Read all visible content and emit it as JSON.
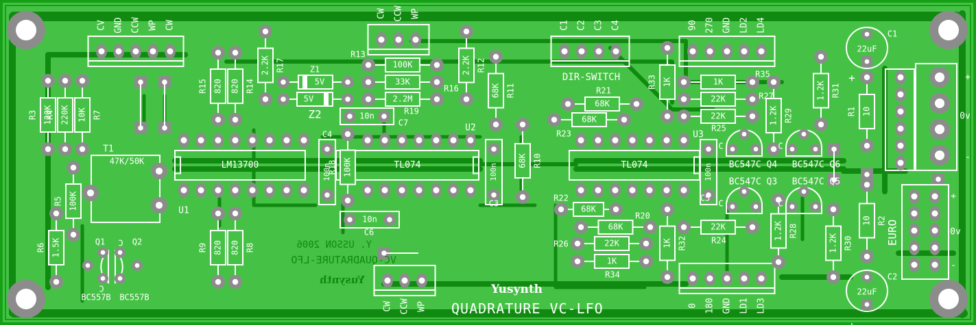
{
  "board": {
    "title": "QUADRATURE VC-LFO",
    "brand": "Yusynth",
    "mirrored_text": [
      "Y. USSON 2006",
      "VC-QUADRATURE-LFO",
      "Yusynth"
    ],
    "colors": {
      "board": "#45c245",
      "copper": "#108a10",
      "edge": "#16a016",
      "pad": "#8c8c8c",
      "silk": "#ffffff"
    }
  },
  "connectors": {
    "cv_header": {
      "labels": [
        "CV",
        "GND",
        "CCW",
        "WP",
        "CW"
      ]
    },
    "pot_header": {
      "labels": [
        "CW",
        "CCW",
        "WP"
      ]
    },
    "pot_header_bottom": {
      "labels": [
        "CW",
        "CCW",
        "WP"
      ]
    },
    "dir_switch": {
      "name": "DIR-SWITCH",
      "labels": [
        "C1",
        "C2",
        "C3",
        "C4"
      ]
    },
    "out_top": {
      "labels": [
        "90",
        "270",
        "GND",
        "LD2",
        "LD4"
      ]
    },
    "out_bottom": {
      "labels": [
        "0",
        "180",
        "GND",
        "LD1",
        "LD3"
      ]
    },
    "power": {
      "name": "EURO",
      "labels": [
        "+",
        "0v",
        "-"
      ]
    },
    "power_mta": {
      "labels": [
        "+",
        "0v",
        "-"
      ]
    }
  },
  "ics": [
    {
      "ref": "U1",
      "value": "LM13700"
    },
    {
      "ref": "U2",
      "value": "TL074"
    },
    {
      "ref": "U3",
      "value": "TL074"
    }
  ],
  "resistors": [
    {
      "ref": "R1",
      "value": "10"
    },
    {
      "ref": "R2",
      "value": "10"
    },
    {
      "ref": "R3",
      "value": "120K"
    },
    {
      "ref": "R4",
      "value": "220K"
    },
    {
      "ref": "R5",
      "value": "100K"
    },
    {
      "ref": "R6",
      "value": "1.5K"
    },
    {
      "ref": "R7",
      "value": "10K"
    },
    {
      "ref": "R8",
      "value": "820"
    },
    {
      "ref": "R9",
      "value": "820"
    },
    {
      "ref": "R10",
      "value": "68K"
    },
    {
      "ref": "R11",
      "value": "68K"
    },
    {
      "ref": "R12",
      "value": "2.2K"
    },
    {
      "ref": "R13",
      "value": "100K"
    },
    {
      "ref": "R14",
      "value": "820"
    },
    {
      "ref": "R15",
      "value": "820"
    },
    {
      "ref": "R16",
      "value": "33K"
    },
    {
      "ref": "R17",
      "value": "2.2K"
    },
    {
      "ref": "R18",
      "value": "100K"
    },
    {
      "ref": "R19",
      "value": "2.2M"
    },
    {
      "ref": "R20",
      "value": "68K"
    },
    {
      "ref": "R21",
      "value": "68K"
    },
    {
      "ref": "R22",
      "value": "68K"
    },
    {
      "ref": "R23",
      "value": "68K"
    },
    {
      "ref": "R24",
      "value": "22K"
    },
    {
      "ref": "R25",
      "value": "22K"
    },
    {
      "ref": "R26",
      "value": "22K"
    },
    {
      "ref": "R27",
      "value": "22K"
    },
    {
      "ref": "R28",
      "value": "1.2K"
    },
    {
      "ref": "R29",
      "value": "1.2K"
    },
    {
      "ref": "R30",
      "value": "1.2K"
    },
    {
      "ref": "R31",
      "value": "1.2K"
    },
    {
      "ref": "R32",
      "value": "1K"
    },
    {
      "ref": "R33",
      "value": "1K"
    },
    {
      "ref": "R34",
      "value": "1K"
    },
    {
      "ref": "R35",
      "value": "1K"
    }
  ],
  "capacitors": [
    {
      "ref": "C1",
      "value": "22uF"
    },
    {
      "ref": "C2",
      "value": "22uF"
    },
    {
      "ref": "C3",
      "value": "100n"
    },
    {
      "ref": "C4",
      "value": "100n"
    },
    {
      "ref": "C5",
      "value": "100n"
    },
    {
      "ref": "C6",
      "value": "10n"
    },
    {
      "ref": "C7",
      "value": "10n"
    }
  ],
  "diodes": [
    {
      "ref": "Z1",
      "value": "5V"
    },
    {
      "ref": "Z2",
      "value": "5V"
    }
  ],
  "transistors": [
    {
      "ref": "Q1",
      "value": "BC557B"
    },
    {
      "ref": "Q2",
      "value": "BC557B"
    },
    {
      "ref": "Q3",
      "value": "BC547C"
    },
    {
      "ref": "Q4",
      "value": "BC547C"
    },
    {
      "ref": "Q5",
      "value": "BC547C"
    },
    {
      "ref": "Q6",
      "value": "BC547C"
    }
  ],
  "trimmer": {
    "ref": "T1",
    "value": "47K/50K"
  },
  "pin_marks": {
    "collector": "C",
    "plus": "+"
  }
}
